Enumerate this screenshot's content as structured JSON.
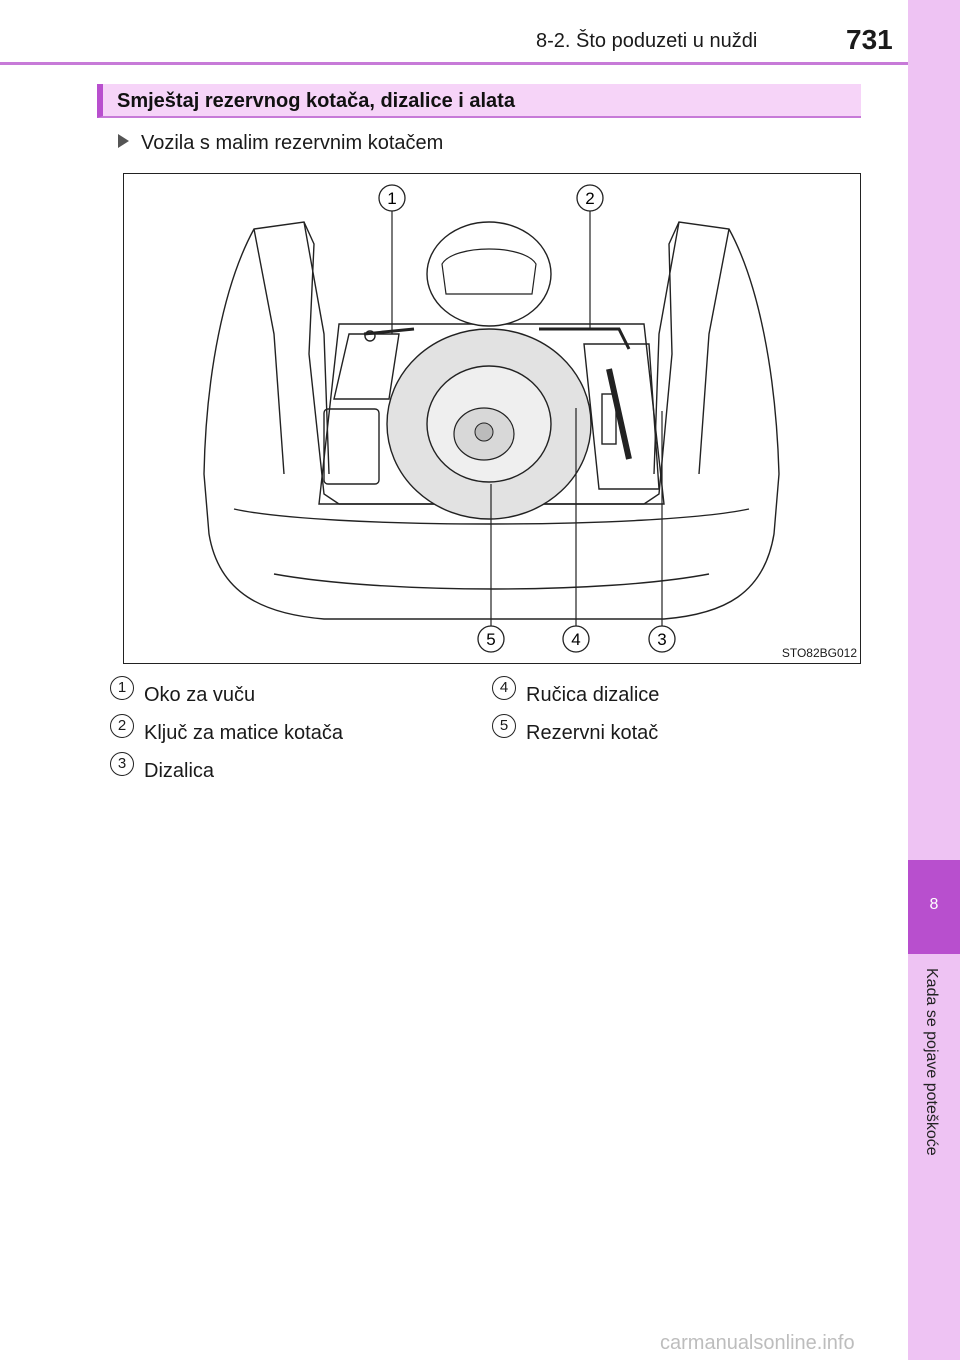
{
  "header": {
    "title": "8-2. Što poduzeti u nuždi",
    "page_number": "731"
  },
  "side_tab": {
    "chapter_number": "8",
    "chapter_title": "Kada se pojave poteškoće"
  },
  "section": {
    "heading": "Smještaj rezervnog kotača, dizalice i alata",
    "subtitle": "Vozila s malim rezervnim kotačem"
  },
  "figure": {
    "code": "STO82BG012",
    "callouts": [
      "1",
      "2",
      "3",
      "4",
      "5"
    ]
  },
  "legend": [
    {
      "num": "1",
      "label": "Oko za vuču"
    },
    {
      "num": "2",
      "label": "Ključ za matice kotača"
    },
    {
      "num": "3",
      "label": "Dizalica"
    },
    {
      "num": "4",
      "label": "Ručica dizalice"
    },
    {
      "num": "5",
      "label": "Rezervni kotač"
    }
  ],
  "watermark": "carmanualsonline.info",
  "colors": {
    "accent": "#b84fce",
    "tab": "#eec3f3",
    "heading_bg": "#f6d4f8"
  }
}
